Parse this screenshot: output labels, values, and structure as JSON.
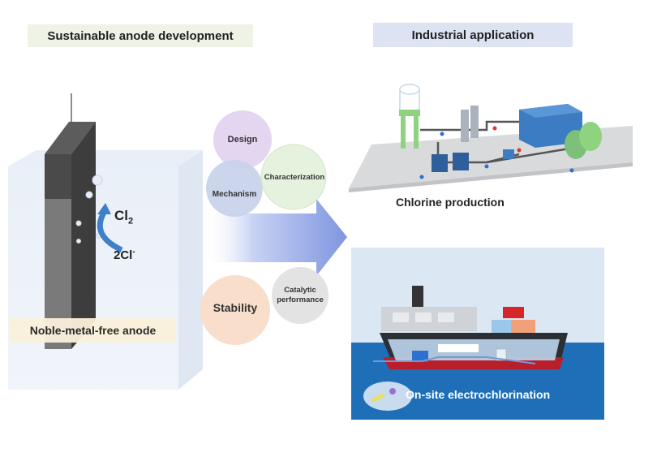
{
  "headers": {
    "left": "Sustainable anode development",
    "right": "Industrial application"
  },
  "anode": {
    "product": "Cl",
    "product_sub": "2",
    "reactant": "2Cl",
    "reactant_sup": "-",
    "label": "Noble-metal-free anode"
  },
  "circles": {
    "design": "Design",
    "characterization": "Characterization",
    "mechanism": "Mechanism",
    "stability": "Stability",
    "catalytic_line1": "Catalytic",
    "catalytic_line2": "performance"
  },
  "applications": {
    "plant_label": "Chlorine production",
    "ship_label": "On-site electrochlorination"
  },
  "colors": {
    "header_left_bg": "#eef3e6",
    "header_right_bg": "#dde3f3",
    "arrow": "#7f95e0",
    "sea": "#1f6fb8",
    "sky": "#dbe7f3"
  }
}
